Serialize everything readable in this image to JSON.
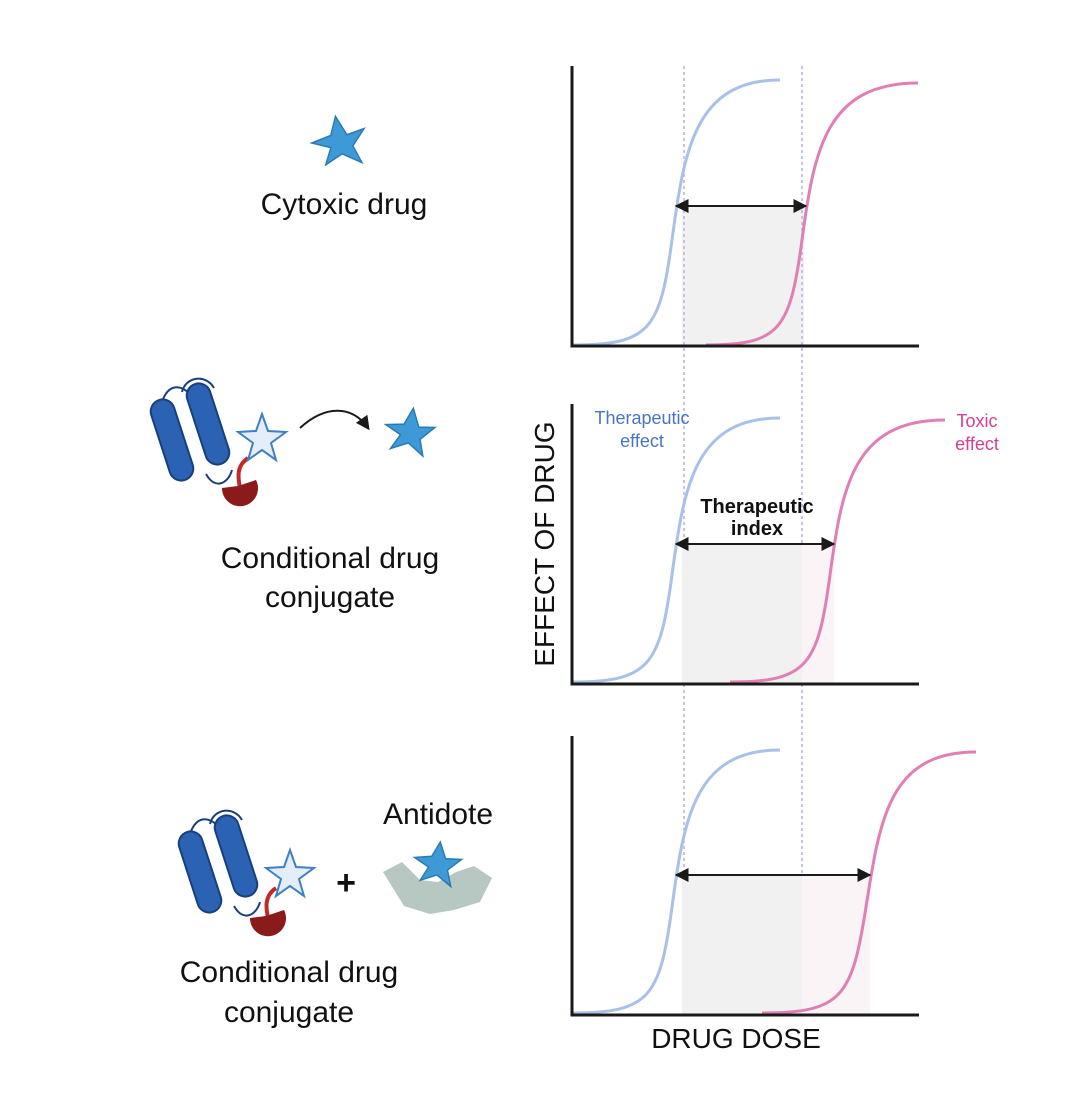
{
  "labels": {
    "cytoxic_drug": "Cytoxic drug",
    "conditional_line1": "Conditional drug",
    "conditional_line2": "conjugate",
    "antidote": "Antidote",
    "plus": "+",
    "y_axis": "EFFECT OF DRUG",
    "x_axis": "DRUG DOSE",
    "therapeutic_line1": "Therapeutic",
    "therapeutic_line2": "effect",
    "toxic_line1": "Toxic",
    "toxic_line2": "effect",
    "index_line1": "Therapeutic",
    "index_line2": "index"
  },
  "colors": {
    "therapeutic_curve": "#a9c1e6",
    "toxic_curve": "#e07fb4",
    "therapeutic_text": "#4a74c8",
    "toxic_text": "#d63d93",
    "axis": "#1a1a1a",
    "shade": "#f1f1f1",
    "guide": "#b9b6e6",
    "protein": "#2b62b4",
    "protein_edge": "#173f7c",
    "payload": "#3e9ad6",
    "masked_star": "#e4eefb",
    "linker": "#c22a2a",
    "cap": "#8b1a1a",
    "antidote_cup": "#b7c8c2"
  },
  "icons": [
    "star-icon",
    "protein-helix-icon",
    "arrow-icon",
    "antidote-icon"
  ],
  "panels": [
    {
      "id": "cytotoxic",
      "therapeutic_index": "narrow"
    },
    {
      "id": "conditional",
      "therapeutic_index": "wider"
    },
    {
      "id": "conditional-antidote",
      "therapeutic_index": "widest"
    }
  ]
}
